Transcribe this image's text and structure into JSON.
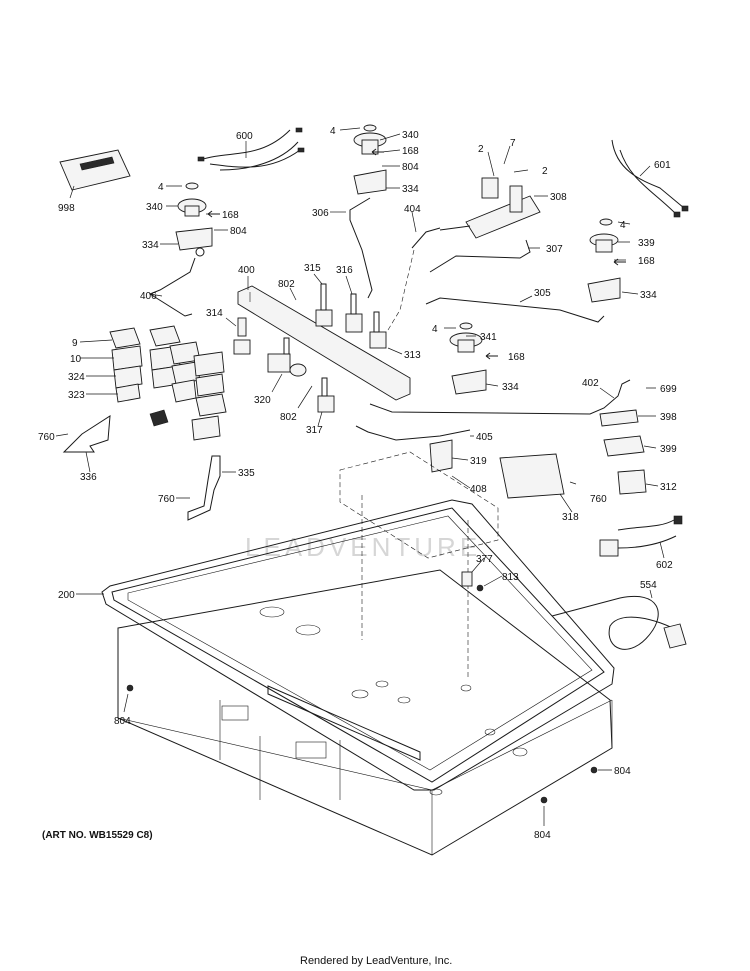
{
  "diagram": {
    "art_number": "(ART NO. WB15529 C8)",
    "footer": "Rendered by LeadVenture, Inc.",
    "watermark": "LEADVENTURE",
    "callouts": [
      "600",
      "4",
      "340",
      "168",
      "804",
      "334",
      "306",
      "2",
      "7",
      "2",
      "308",
      "404",
      "307",
      "601",
      "998",
      "4",
      "340",
      "168",
      "804",
      "334",
      "400",
      "802",
      "315",
      "316",
      "305",
      "4",
      "339",
      "168",
      "334",
      "406",
      "314",
      "9",
      "10",
      "324",
      "323",
      "313",
      "4",
      "341",
      "168",
      "334",
      "320",
      "802",
      "317",
      "402",
      "699",
      "398",
      "760",
      "336",
      "335",
      "760",
      "405",
      "319",
      "408",
      "399",
      "312",
      "760",
      "318",
      "602",
      "377",
      "813",
      "554",
      "200",
      "804",
      "804",
      "804"
    ]
  }
}
